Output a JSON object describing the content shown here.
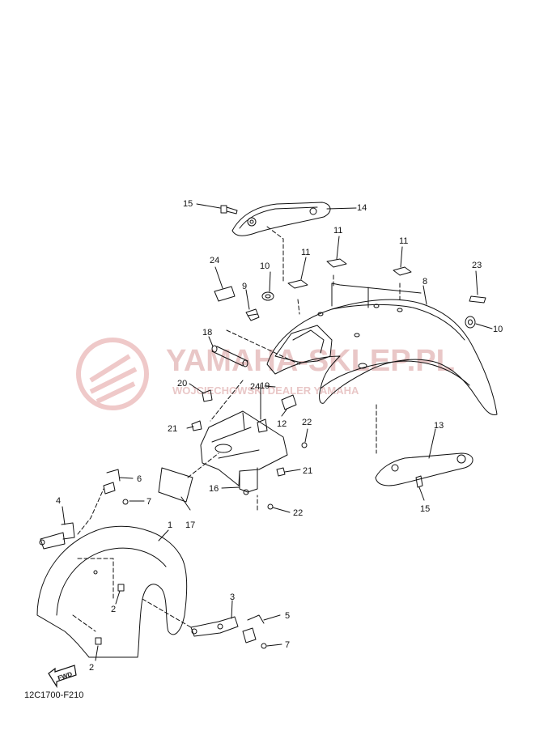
{
  "diagram_code": "12C1700-F210",
  "fwd_label": "FWD",
  "watermark": {
    "main": "YAMAHA-SKLEP.PL",
    "sub": "WOJCIECHOWSKI DEALER YAMAHA"
  },
  "callouts": [
    {
      "key": "p1",
      "text": "1"
    },
    {
      "key": "p2a",
      "text": "2"
    },
    {
      "key": "p2b",
      "text": "2"
    },
    {
      "key": "p3",
      "text": "3"
    },
    {
      "key": "p4",
      "text": "4"
    },
    {
      "key": "p5",
      "text": "5"
    },
    {
      "key": "p6",
      "text": "6"
    },
    {
      "key": "p7a",
      "text": "7"
    },
    {
      "key": "p7b",
      "text": "7"
    },
    {
      "key": "p8",
      "text": "8"
    },
    {
      "key": "p9",
      "text": "9"
    },
    {
      "key": "p10a",
      "text": "10"
    },
    {
      "key": "p10b",
      "text": "10"
    },
    {
      "key": "p11a",
      "text": "11"
    },
    {
      "key": "p11b",
      "text": "11"
    },
    {
      "key": "p11c",
      "text": "11"
    },
    {
      "key": "p12",
      "text": "12"
    },
    {
      "key": "p13",
      "text": "13"
    },
    {
      "key": "p14",
      "text": "14"
    },
    {
      "key": "p15a",
      "text": "15"
    },
    {
      "key": "p15b",
      "text": "15"
    },
    {
      "key": "p16",
      "text": "16"
    },
    {
      "key": "p17",
      "text": "17"
    },
    {
      "key": "p18",
      "text": "18"
    },
    {
      "key": "p19",
      "text": "19"
    },
    {
      "key": "p20",
      "text": "20"
    },
    {
      "key": "p21a",
      "text": "21"
    },
    {
      "key": "p21b",
      "text": "21"
    },
    {
      "key": "p22a",
      "text": "22"
    },
    {
      "key": "p22b",
      "text": "22"
    },
    {
      "key": "p23",
      "text": "23"
    },
    {
      "key": "p24a",
      "text": "24"
    },
    {
      "key": "p24b",
      "text": "24"
    }
  ]
}
